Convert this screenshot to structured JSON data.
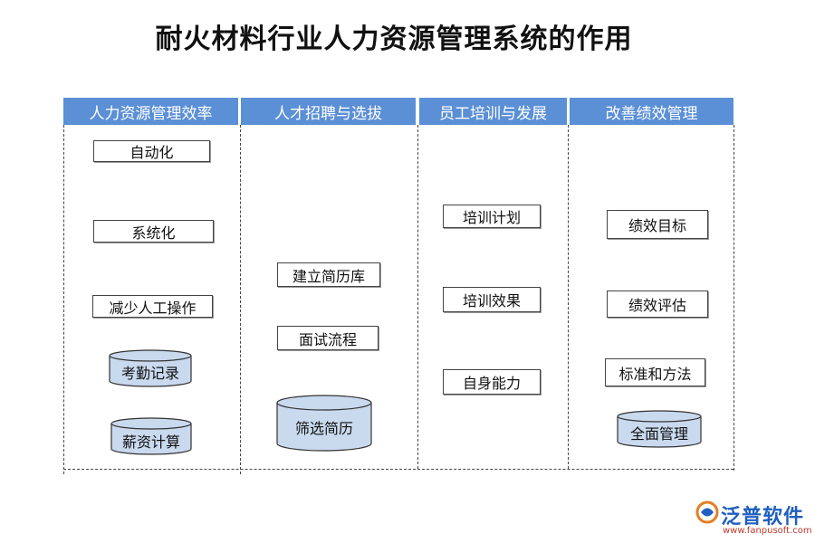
{
  "title": "耐火材料行业人力资源管理系统的作用",
  "columns": [
    {
      "header": "人力资源管理效率",
      "boxes": [
        "自动化",
        "系统化",
        "减少人工操作"
      ],
      "databases": [
        "考勤记录",
        "薪资计算"
      ]
    },
    {
      "header": "人才招聘与选拔",
      "boxes": [
        "建立简历库",
        "面试流程"
      ],
      "databases": [
        "筛选简历"
      ]
    },
    {
      "header": "员工培训与发展",
      "boxes": [
        "培训计划",
        "培训效果",
        "自身能力"
      ],
      "databases": []
    },
    {
      "header": "改善绩效管理",
      "boxes": [
        "绩效目标",
        "绩效评估",
        "标准和方法"
      ],
      "databases": [
        "全面管理"
      ]
    }
  ],
  "logo": {
    "name": "泛普软件",
    "url": "www.fanpusoft.com"
  },
  "colors": {
    "header_bg": "#5b8fd6",
    "db_fill": "#c9d9ee"
  }
}
